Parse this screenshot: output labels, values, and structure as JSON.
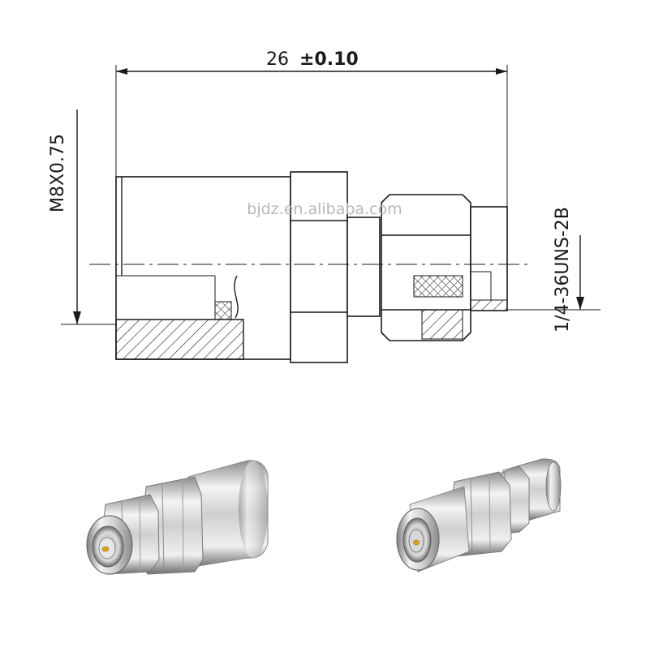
{
  "drawing": {
    "length_dimension": "26",
    "tolerance": "±0.10",
    "left_thread": "M8X0.75",
    "right_thread": "1/4-36UNS-2B",
    "watermark": "bjdz.en.alibaba.com"
  },
  "colors": {
    "line": "#1a1a1a",
    "watermark": "#b8b8b8",
    "metal_light": "#f2f2f2",
    "metal_mid": "#c9c9c9",
    "metal_dark": "#7a7a7a",
    "pin_gold": "#d9a520"
  }
}
